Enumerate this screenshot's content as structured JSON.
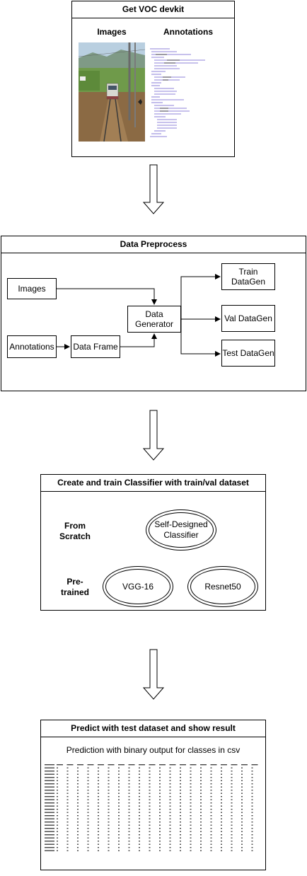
{
  "voc": {
    "title": "Get VOC devkit",
    "images_label": "Images",
    "annotations_label": "Annotations"
  },
  "preprocess": {
    "title": "Data Preprocess",
    "images": "Images",
    "annotations": "Annotations",
    "data_frame": "Data Frame",
    "data_generator_l1": "Data",
    "data_generator_l2": "Generator",
    "train_l1": "Train",
    "train_l2": "DataGen",
    "val": "Val DataGen",
    "test": "Test DataGen"
  },
  "classifier": {
    "title": "Create and train Classifier with train/val dataset",
    "from_scratch_l1": "From",
    "from_scratch_l2": "Scratch",
    "pretrained_l1": "Pre-",
    "pretrained_l2": "trained",
    "self_designed_l1": "Self-Designed",
    "self_designed_l2": "Classifier",
    "vgg": "VGG-16",
    "resnet": "Resnet50"
  },
  "predict": {
    "title": "Predict with test dataset and show result",
    "subtitle": "Prediction with binary output for classes in csv"
  },
  "colors": {
    "border": "#000000",
    "xml_tag": "#6a5acd",
    "xml_text": "#333333"
  }
}
